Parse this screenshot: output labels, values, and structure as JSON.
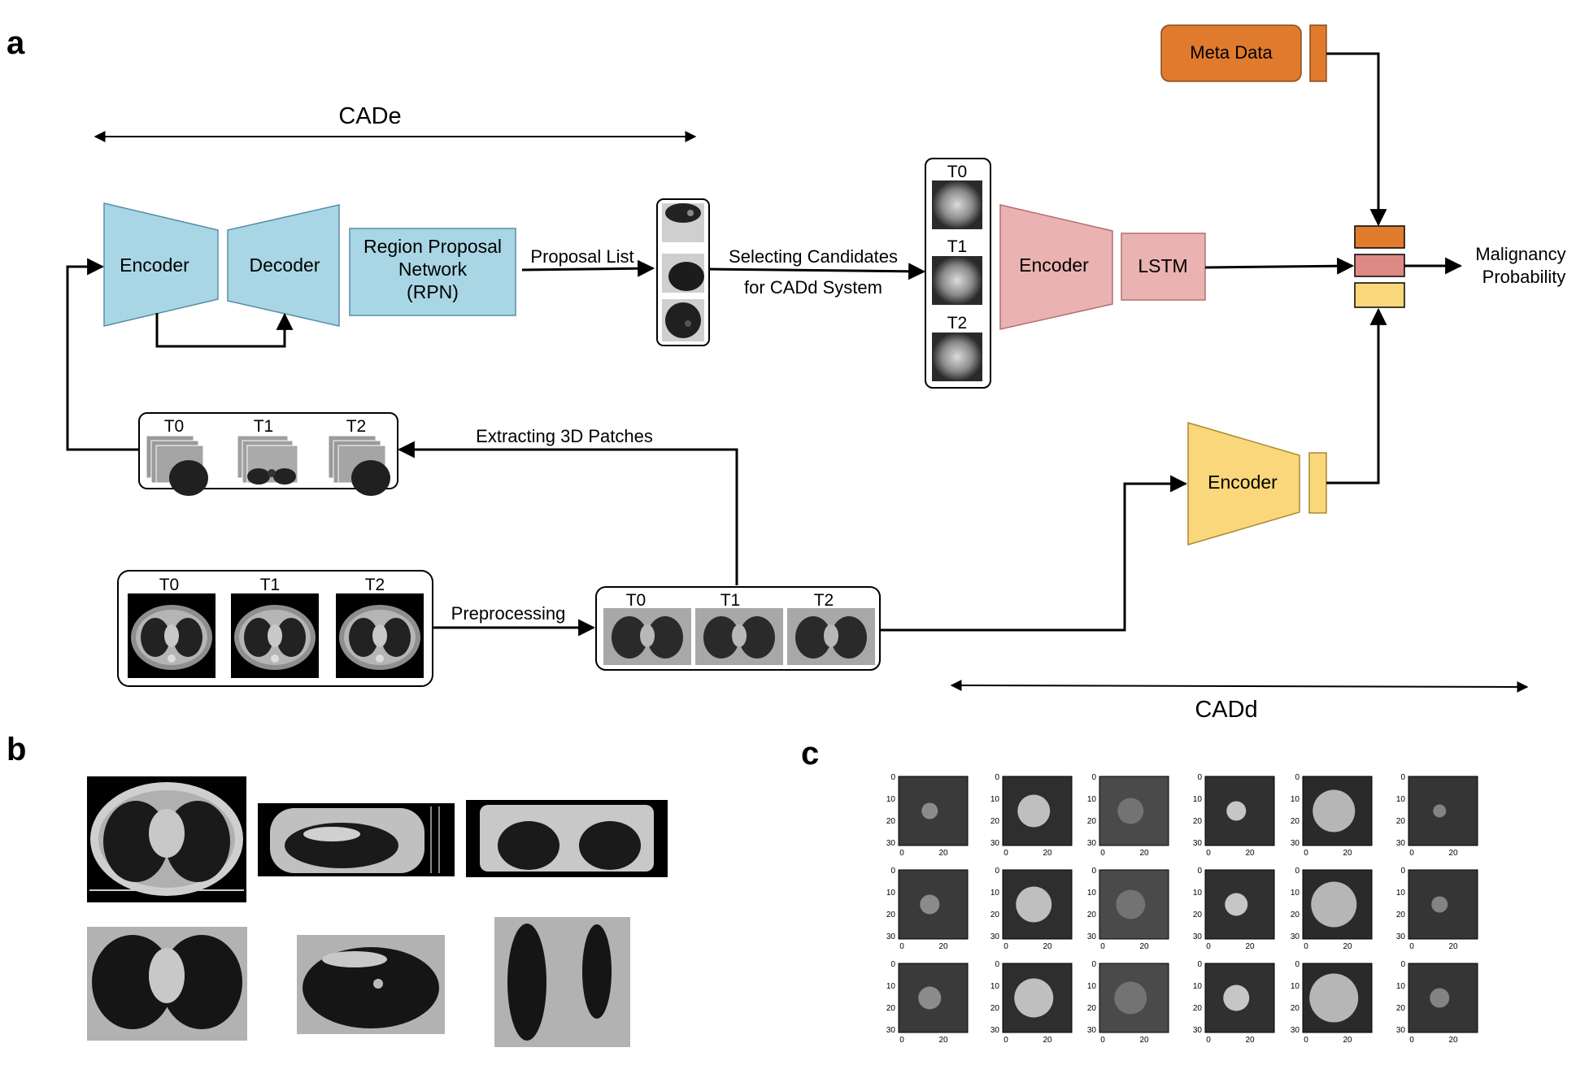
{
  "panels": {
    "a": "a",
    "b": "b",
    "c": "c"
  },
  "cade_label": "CADe",
  "cadd_label": "CADd",
  "cade_blocks": {
    "encoder": "Encoder",
    "decoder": "Decoder",
    "rpn_line1": "Region Proposal",
    "rpn_line2": "Network",
    "rpn_line3": "(RPN)"
  },
  "arrows": {
    "proposal_list": "Proposal List",
    "selecting_line1": "Selecting Candidates",
    "selecting_line2": "for CADd System",
    "extracting": "Extracting 3D Patches",
    "preprocessing": "Preprocessing"
  },
  "timepoints": [
    "T0",
    "T1",
    "T2"
  ],
  "cadd_blocks": {
    "encoder_top": "Encoder",
    "lstm": "LSTM",
    "encoder_bottom": "Encoder",
    "meta_data": "Meta Data"
  },
  "output": {
    "line1": "Malignancy",
    "line2": "Probability"
  },
  "grid_ticks": {
    "y": [
      "0",
      "10",
      "20",
      "30"
    ],
    "x": [
      "0",
      "20"
    ]
  },
  "colors": {
    "blue": "#a9d6e5",
    "pink": "#eab2b0",
    "pink_dark": "#dd8a86",
    "orange": "#e07b2e",
    "yellow": "#f9d77a",
    "scan_gray": "#9a9a9a"
  }
}
